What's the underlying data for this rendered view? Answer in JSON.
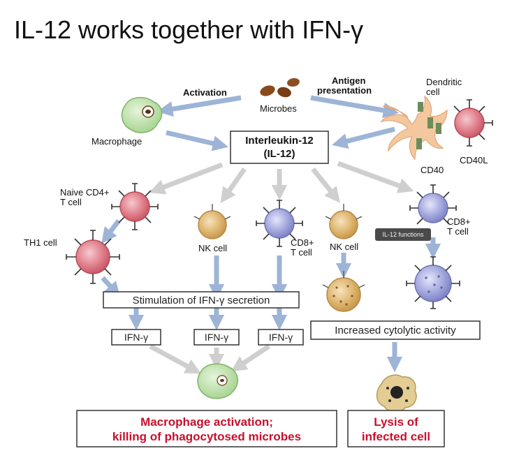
{
  "title": "IL-12 works together with IFN-γ",
  "labels": {
    "activation": "Activation",
    "antigen_line1": "Antigen",
    "antigen_line2": "presentation",
    "microbes": "Microbes",
    "dendritic_line1": "Dendritic",
    "dendritic_line2": "cell",
    "macrophage": "Macrophage",
    "il12_line1": "Interleukin-12",
    "il12_line2": "(IL-12)",
    "cd40": "CD40",
    "cd40l": "CD40L",
    "naive_cd4_line1": "Naive CD4+",
    "naive_cd4_line2": "T cell",
    "th1": "TH1 cell",
    "nk_cell_1": "NK cell",
    "cd8_line1": "CD8+",
    "cd8_line2": "T cell",
    "nk_cell_2": "NK cell",
    "cd8_right_line1": "CD8+",
    "cd8_right_line2": "T cell",
    "tooltip": "IL-12 functions",
    "stimulation": "Stimulation of IFN-γ secretion",
    "ifn_1": "IFN-γ",
    "ifn_2": "IFN-γ",
    "ifn_3": "IFN-γ",
    "cytolytic": "Increased cytolytic activity",
    "outcome_macro_line1": "Macrophage activation;",
    "outcome_macro_line2": "killing of phagocytosed microbes",
    "outcome_lysis_line1": "Lysis of",
    "outcome_lysis_line2": "infected cell"
  },
  "colors": {
    "blue_arrow": "#9db4d6",
    "gray_arrow": "#cfcfcf",
    "red_text": "#c8102e",
    "t_cell_red": "#d9707c",
    "cd8_blue": "#9b9fd6",
    "nk_tan": "#d9b06a",
    "macrophage_green": "#b8dca4"
  }
}
